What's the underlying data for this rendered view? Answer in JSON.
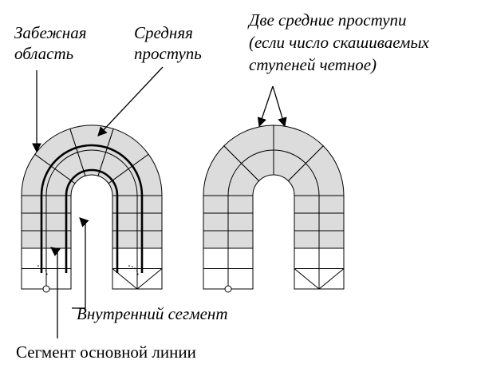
{
  "labels": {
    "winder_area": [
      "Забежная",
      "область"
    ],
    "middle_tread": [
      "Средняя",
      "проступь"
    ],
    "two_middle_treads": [
      "Две средние проступи",
      "(если число скашиваемых",
      "ступеней четное)"
    ],
    "inner_segment": "Внутренний сегмент",
    "baseline_segment": "Сегмент основной линии"
  },
  "colors": {
    "winder_fill": "#dcdcdc",
    "middle_fill": "#a8a8a8",
    "straight_fill": "#ffffff",
    "stroke": "#000000"
  },
  "stairs": [
    {
      "name": "left-stair",
      "winder_treads": 11,
      "middle_treads": [
        5
      ],
      "shows_inner_and_baseline": true
    },
    {
      "name": "right-stair",
      "winder_treads": 10,
      "middle_treads": [
        4,
        5
      ],
      "shows_inner_and_baseline": false
    }
  ]
}
